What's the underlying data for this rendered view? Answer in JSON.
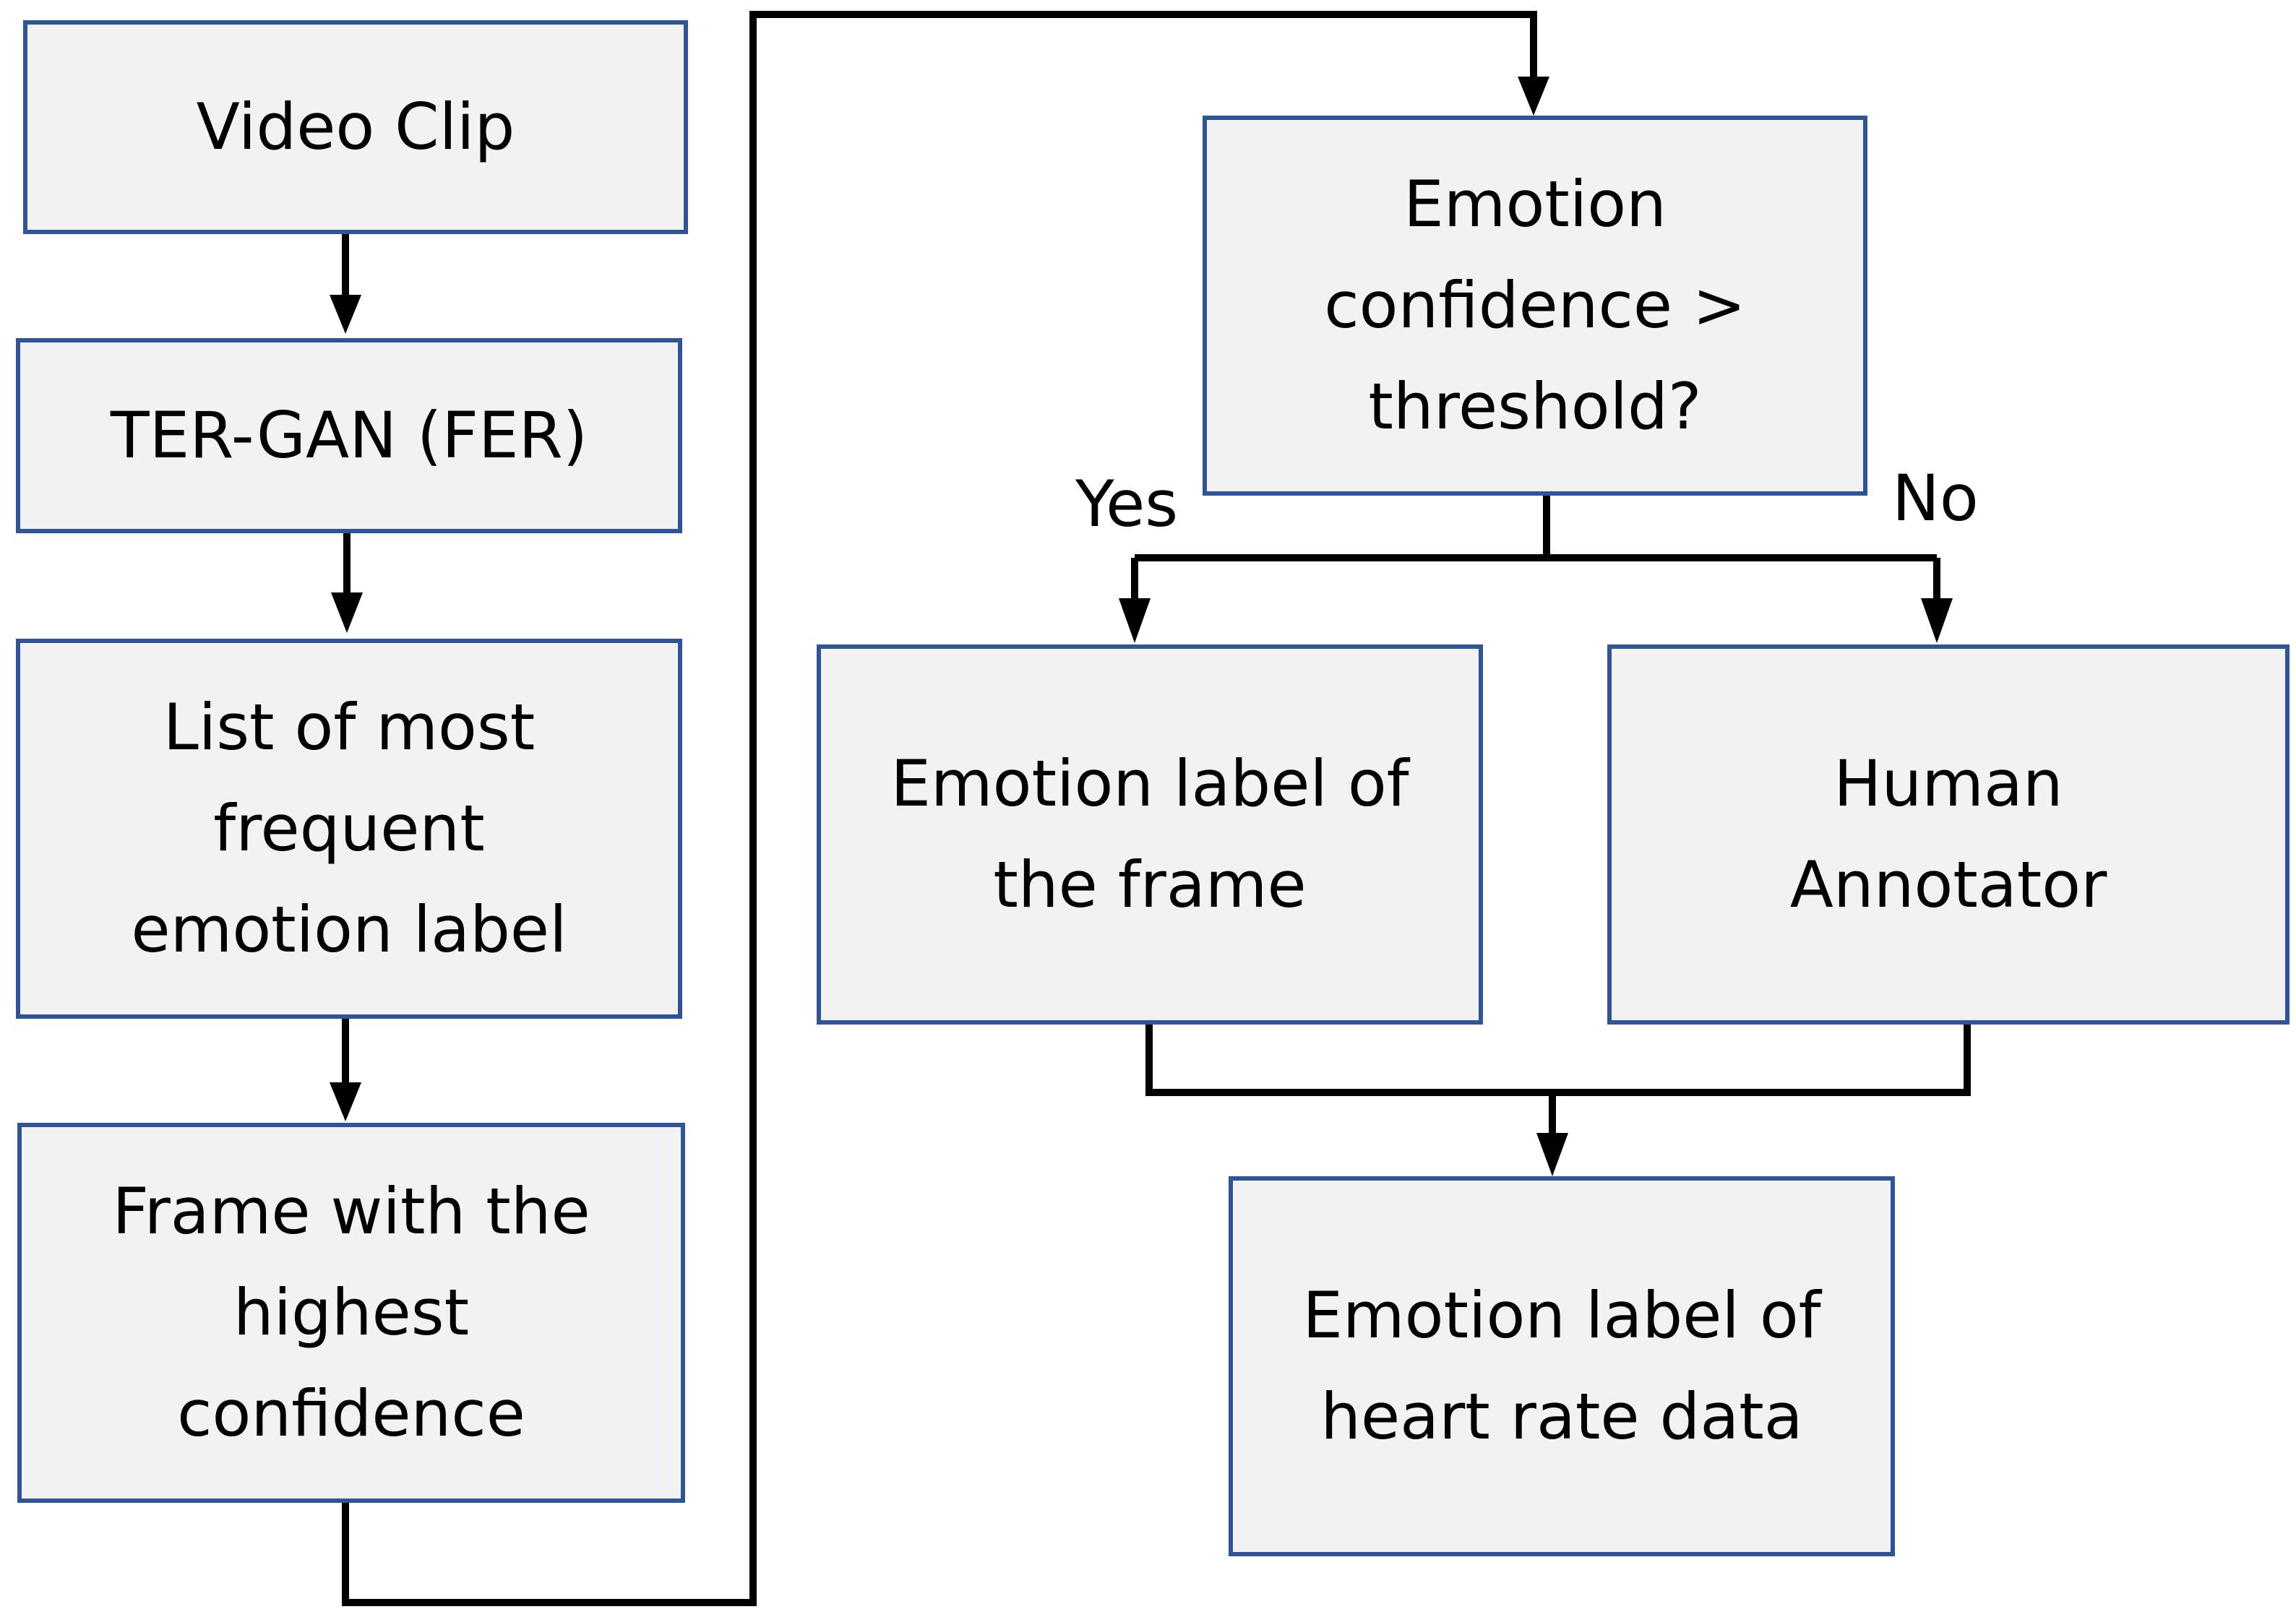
{
  "nodes": {
    "video_clip": [
      "Video Clip"
    ],
    "ter_gan": [
      "TER-GAN (FER)"
    ],
    "list_labels": [
      "List of most",
      "frequent",
      "emotion label"
    ],
    "frame_highest": [
      "Frame with the",
      "highest",
      "confidence"
    ],
    "confidence_check": [
      "Emotion",
      "confidence >",
      "threshold?"
    ],
    "label_frame": [
      "Emotion label of",
      "the frame"
    ],
    "human_annotator": [
      "Human",
      "Annotator"
    ],
    "label_heart_rate": [
      "Emotion label of",
      "heart rate data"
    ]
  },
  "edge_labels": {
    "yes": "Yes",
    "no": "No"
  },
  "colors": {
    "box_fill": "#f2f2f2",
    "box_border": "#2f5597",
    "connector": "#000000"
  }
}
